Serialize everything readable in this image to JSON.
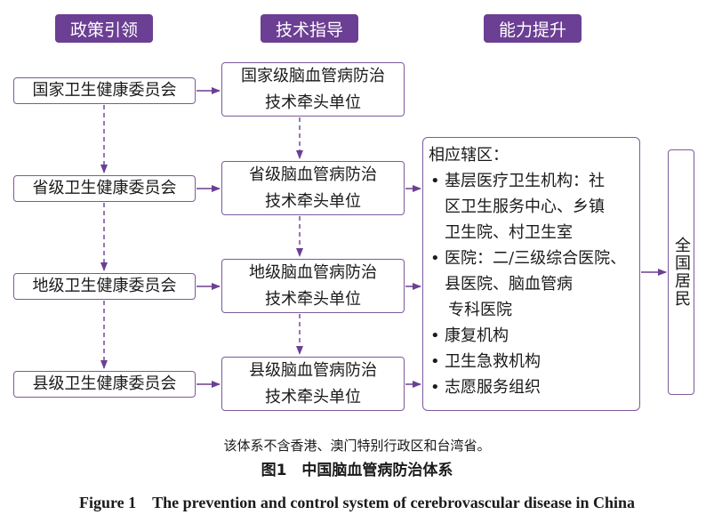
{
  "headers": {
    "policy": "政策引领",
    "tech": "技术指导",
    "ability": "能力提升"
  },
  "commissions": [
    "国家卫生健康委员会",
    "省级卫生健康委员会",
    "地级卫生健康委员会",
    "县级卫生健康委员会"
  ],
  "tech_units": [
    {
      "line1": "国家级脑血管病防治",
      "line2": "技术牵头单位"
    },
    {
      "line1": "省级脑血管病防治",
      "line2": "技术牵头单位"
    },
    {
      "line1": "地级脑血管病防治",
      "line2": "技术牵头单位"
    },
    {
      "line1": "县级脑血管病防治",
      "line2": "技术牵头单位"
    }
  ],
  "region": {
    "title": "相应辖区：",
    "item1_a": "基层医疗卫生机构：社",
    "item1_b": "区卫生服务中心、乡镇",
    "item1_c": "卫生院、村卫生室",
    "item2_a": "医院：二/三级综合医院、",
    "item2_b": "县医院、脑血管病",
    "item2_c": "专科医院",
    "item3": "康复机构",
    "item4": "卫生急救机构",
    "item5": "志愿服务组织"
  },
  "residents": "全国居民",
  "note": "该体系不含香港、澳门特别行政区和台湾省。",
  "figure_cn": "图1　中国脑血管病防治体系",
  "figure_en": "Figure 1　The prevention and control system of cerebrovascular disease in China",
  "colors": {
    "accent": "#6b3f93",
    "border": "#7d5a9c"
  }
}
